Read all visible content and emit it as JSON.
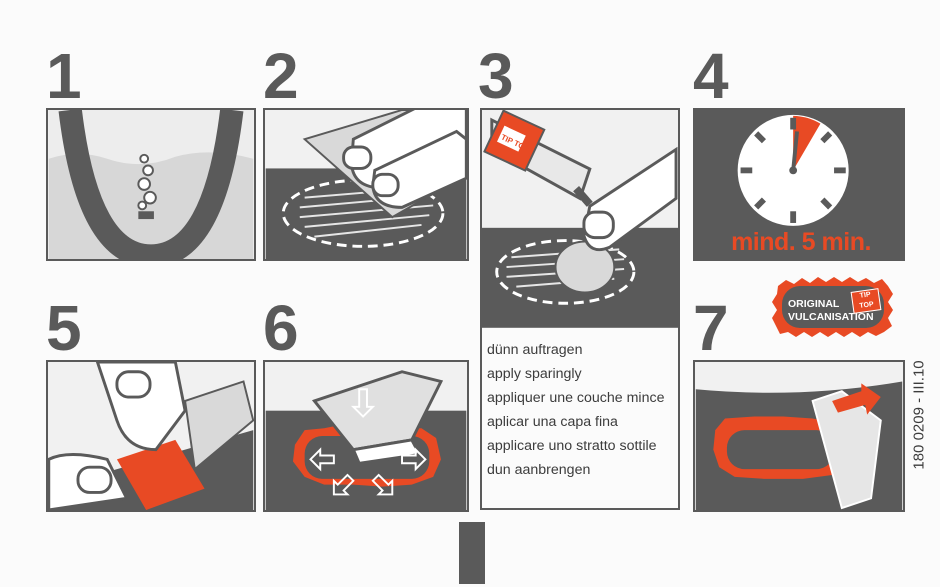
{
  "steps": [
    "1",
    "2",
    "3",
    "4",
    "5",
    "6",
    "7"
  ],
  "instruction_lines": [
    "dünn auftragen",
    "apply sparingly",
    "appliquer une couche mince",
    "aplicar una capa fina",
    "applicare uno stratto sottile",
    "dun aanbrengen"
  ],
  "timer_caption": "mind. 5 min.",
  "badge": {
    "line1": "ORIGINAL",
    "line2": "VULCANISATION",
    "logo": "TIP TOP"
  },
  "tube_logo": "TIP TOP",
  "code": "180 0209  -  III.10",
  "colors": {
    "accent": "#e84a24",
    "dark": "#5a5a5a",
    "light": "#f1f1f1"
  },
  "icons": [
    "tire-icon",
    "bubbles-icon",
    "finger-icon",
    "sandpaper-icon",
    "glue-tube-icon",
    "clock-icon",
    "patch-icon",
    "roller-icon",
    "arrow-icon"
  ]
}
